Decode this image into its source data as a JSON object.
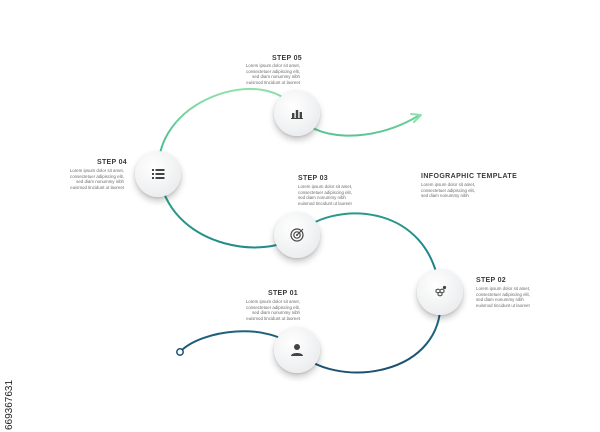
{
  "header": {
    "title": "INFOGRAPHIC TEMPLATE",
    "body": [
      "Lorem ipsum dolor sit amet,",
      "consectetuer adipiscing elit,",
      "sed diam nonummy nibh"
    ]
  },
  "steps": [
    {
      "title": "STEP 01",
      "icon": "person-icon",
      "body": [
        "Lorem ipsum dolor sit amet,",
        "consectetuer adipiscing elit,",
        "sed diam nonummy nibh",
        "euismod tincidunt ut laoreet"
      ]
    },
    {
      "title": "STEP 02",
      "icon": "honeycomb-icon",
      "body": [
        "Lorem ipsum dolor sit amet,",
        "consectetuer adipiscing elit,",
        "sed diam nonummy nibh",
        "euismod tincidunt ut laoreet"
      ]
    },
    {
      "title": "STEP 03",
      "icon": "target-icon",
      "body": [
        "Lorem ipsum dolor sit amet,",
        "consectetuer adipiscing elit,",
        "sed diam nonummy nibh",
        "euismod tincidunt ut laoreet"
      ]
    },
    {
      "title": "STEP 04",
      "icon": "list-icon",
      "body": [
        "Lorem ipsum dolor sit amet,",
        "consectetuer adipiscing elit,",
        "sed diam nonummy nibh",
        "euismod tincidunt ut laoreet"
      ]
    },
    {
      "title": "STEP 05",
      "icon": "bar-chart-icon",
      "body": [
        "Lorem ipsum dolor sit amet,",
        "consectetuer adipiscing elit,",
        "sed diam nonummy nibh",
        "euismod tincidunt ut laoreet"
      ]
    }
  ],
  "stock_id": "669367631",
  "colors": {
    "dark_blue": "#1d4f72",
    "teal": "#1e8f8f",
    "green": "#3ec27a",
    "light_green": "#8fe0a8",
    "text_dark": "#3a3a3a",
    "text_light": "#6b6b6b"
  }
}
